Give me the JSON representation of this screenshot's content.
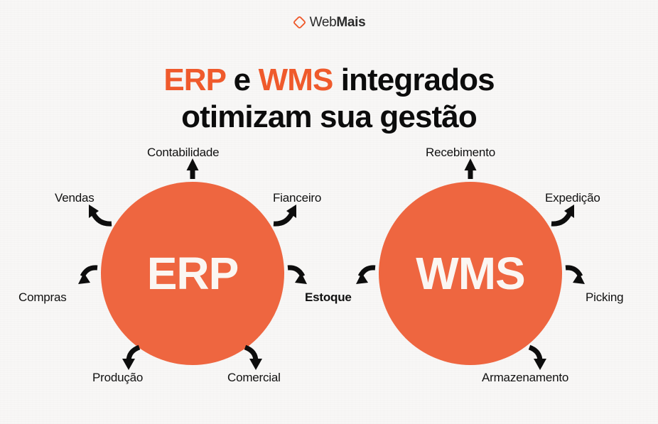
{
  "brand": {
    "logo_icon": "webmais-diamond-icon",
    "name_light": "Web",
    "name_bold": "Mais",
    "accent_color": "#ef5a2c"
  },
  "title": {
    "line1_part1": "ERP",
    "line1_part2": " e ",
    "line1_part3": "WMS",
    "line1_part4": " integrados",
    "line2": "otimizam sua gestão",
    "highlight_color": "#ef5a2c",
    "text_color": "#0c0c0c"
  },
  "diagram": {
    "circle_color": "#ee6640",
    "arrow_color": "#0d0d0d",
    "erp": {
      "label": "ERP",
      "nodes": [
        {
          "id": "contabilidade",
          "label": "Contabilidade",
          "position": "top",
          "arrow": "straight-up"
        },
        {
          "id": "fianceiro",
          "label": "Fianceiro",
          "position": "top-right",
          "arrow": "curve-up-right"
        },
        {
          "id": "estoque-out",
          "label": "",
          "position": "right",
          "arrow": "curve-down-right"
        },
        {
          "id": "comercial",
          "label": "Comercial",
          "position": "bottom-right",
          "arrow": "curve-down-right"
        },
        {
          "id": "producao",
          "label": "Produção",
          "position": "bottom-left",
          "arrow": "curve-down-left"
        },
        {
          "id": "compras",
          "label": "Compras",
          "position": "left",
          "arrow": "curve-down-left"
        },
        {
          "id": "vendas",
          "label": "Vendas",
          "position": "top-left",
          "arrow": "curve-up-left"
        }
      ]
    },
    "wms": {
      "label": "WMS",
      "nodes": [
        {
          "id": "recebimento",
          "label": "Recebimento",
          "position": "top",
          "arrow": "straight-up"
        },
        {
          "id": "expedicao",
          "label": "Expedição",
          "position": "top-right",
          "arrow": "curve-up-right"
        },
        {
          "id": "picking",
          "label": "Picking",
          "position": "right",
          "arrow": "curve-down-right"
        },
        {
          "id": "armazenamento",
          "label": "Armazenamento",
          "position": "bottom-right",
          "arrow": "curve-down-right"
        },
        {
          "id": "estoque-in",
          "label": "",
          "position": "left",
          "arrow": "curve-down-left"
        }
      ]
    },
    "shared": {
      "estoque_label": "Estoque",
      "estoque_bold": true
    }
  }
}
